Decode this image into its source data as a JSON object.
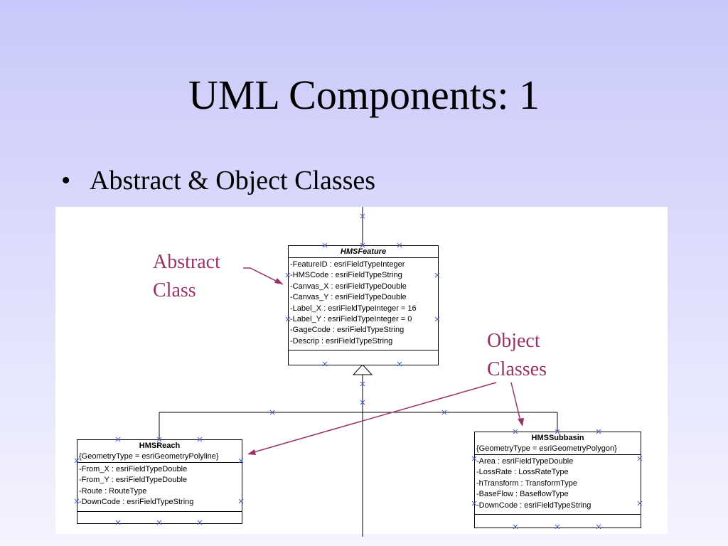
{
  "slide": {
    "title": "UML Components:  1",
    "bullet": "Abstract & Object Classes",
    "bullet_marker": "•"
  },
  "annotations": {
    "abstract": [
      "Abstract",
      "Class"
    ],
    "object": [
      "Object",
      "Classes"
    ],
    "color": "#993366"
  },
  "classes": {
    "feature": {
      "name": "HMSFeature",
      "attributes": [
        "-FeatureID : esriFieldTypeInteger",
        "-HMSCode : esriFieldTypeString",
        "-Canvas_X : esriFieldTypeDouble",
        "-Canvas_Y : esriFieldTypeDouble",
        "-Label_X : esriFieldTypeInteger = 16",
        "-Label_Y : esriFieldTypeInteger = 0",
        "-GageCode : esriFieldTypeString",
        "-Descrip : esriFieldTypeString"
      ]
    },
    "reach": {
      "name": "HMSReach",
      "tag": "{GeometryType = esriGeometryPolyline}",
      "attributes": [
        "-From_X : esriFieldTypeDouble",
        "-From_Y : esriFieldTypeDouble",
        "-Route : RouteType",
        "-DownCode : esriFieldTypeString"
      ]
    },
    "subbasin": {
      "name": "HMSSubbasin",
      "tag": "{GeometryType = esriGeometryPolygon}",
      "attributes": [
        "-Area : esriFieldTypeDouble",
        "-LossRate : LossRateType",
        "-hTransform : TransformType",
        "-BaseFlow : BaseflowType",
        "-DownCode : esriFieldTypeString"
      ]
    }
  }
}
